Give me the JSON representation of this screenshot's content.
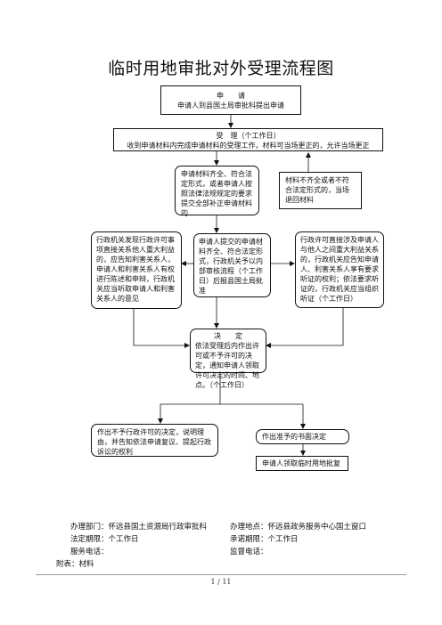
{
  "title": "临时用地审批对外受理流程图",
  "nodes": {
    "apply": {
      "heading": "申　　请",
      "text": "申请人到县国土局审批科提出申请"
    },
    "accept": {
      "heading": "受　理（个工作日）",
      "text": "收到申请材料内完成申请材料的受理工作，材料可当场更正的，允许当场更正"
    },
    "complete": {
      "text": "申请材料齐全、符合法定形式，或者申请人按照法律法规规定的要求提交全部补正申请材料的"
    },
    "incomplete": {
      "text": "材料不齐全或者不符合法定形式的，当场退回材料"
    },
    "hearing_left": {
      "text": "行政机关发现行政许可事项直接关系他人重大利益的，应告知利害关系人，申请人和利害关系人有权进行陈述和申辩，行政机关应当听取申请人和利害关系人的意见"
    },
    "review": {
      "text": "申请人提交的申请材料齐全、符合法定形式，行政机关予以内部审核流程（个工作日）后报县国土局批准"
    },
    "hearing_right": {
      "text": "行政许可直接涉及申请人与他人之间重大利益关系的，行政机关应告知申请人、利害关系人享有要求听证的权利；依法要求听证的，行政机关应当组织听证（个工作日）"
    },
    "decision": {
      "heading": "决　　定",
      "text": "依法受理后内作出许可或不予许可的决定，通知申请人领取许可决定的时间、地点。（个工作日）"
    },
    "deny": {
      "text": "作出不予行政许可的决定，说明理由，并告知依法申请复议、提起行政诉讼的权利"
    },
    "approve": {
      "text": "作出准予的书面决定"
    },
    "collect": {
      "text": "申请人领取临时用地批复"
    }
  },
  "info": {
    "dept": "办理部门：怀远县国土资源局行政审批科",
    "location": "办理地点：怀远县政务服务中心国土窗口",
    "legal_limit": "法定期限：个工作日",
    "promise_limit": "承诺期限：个工作日",
    "service_phone": "服务电话：",
    "supervise_phone": "监督电话：",
    "attachment": "附表：材料"
  },
  "page": "1 / 11"
}
